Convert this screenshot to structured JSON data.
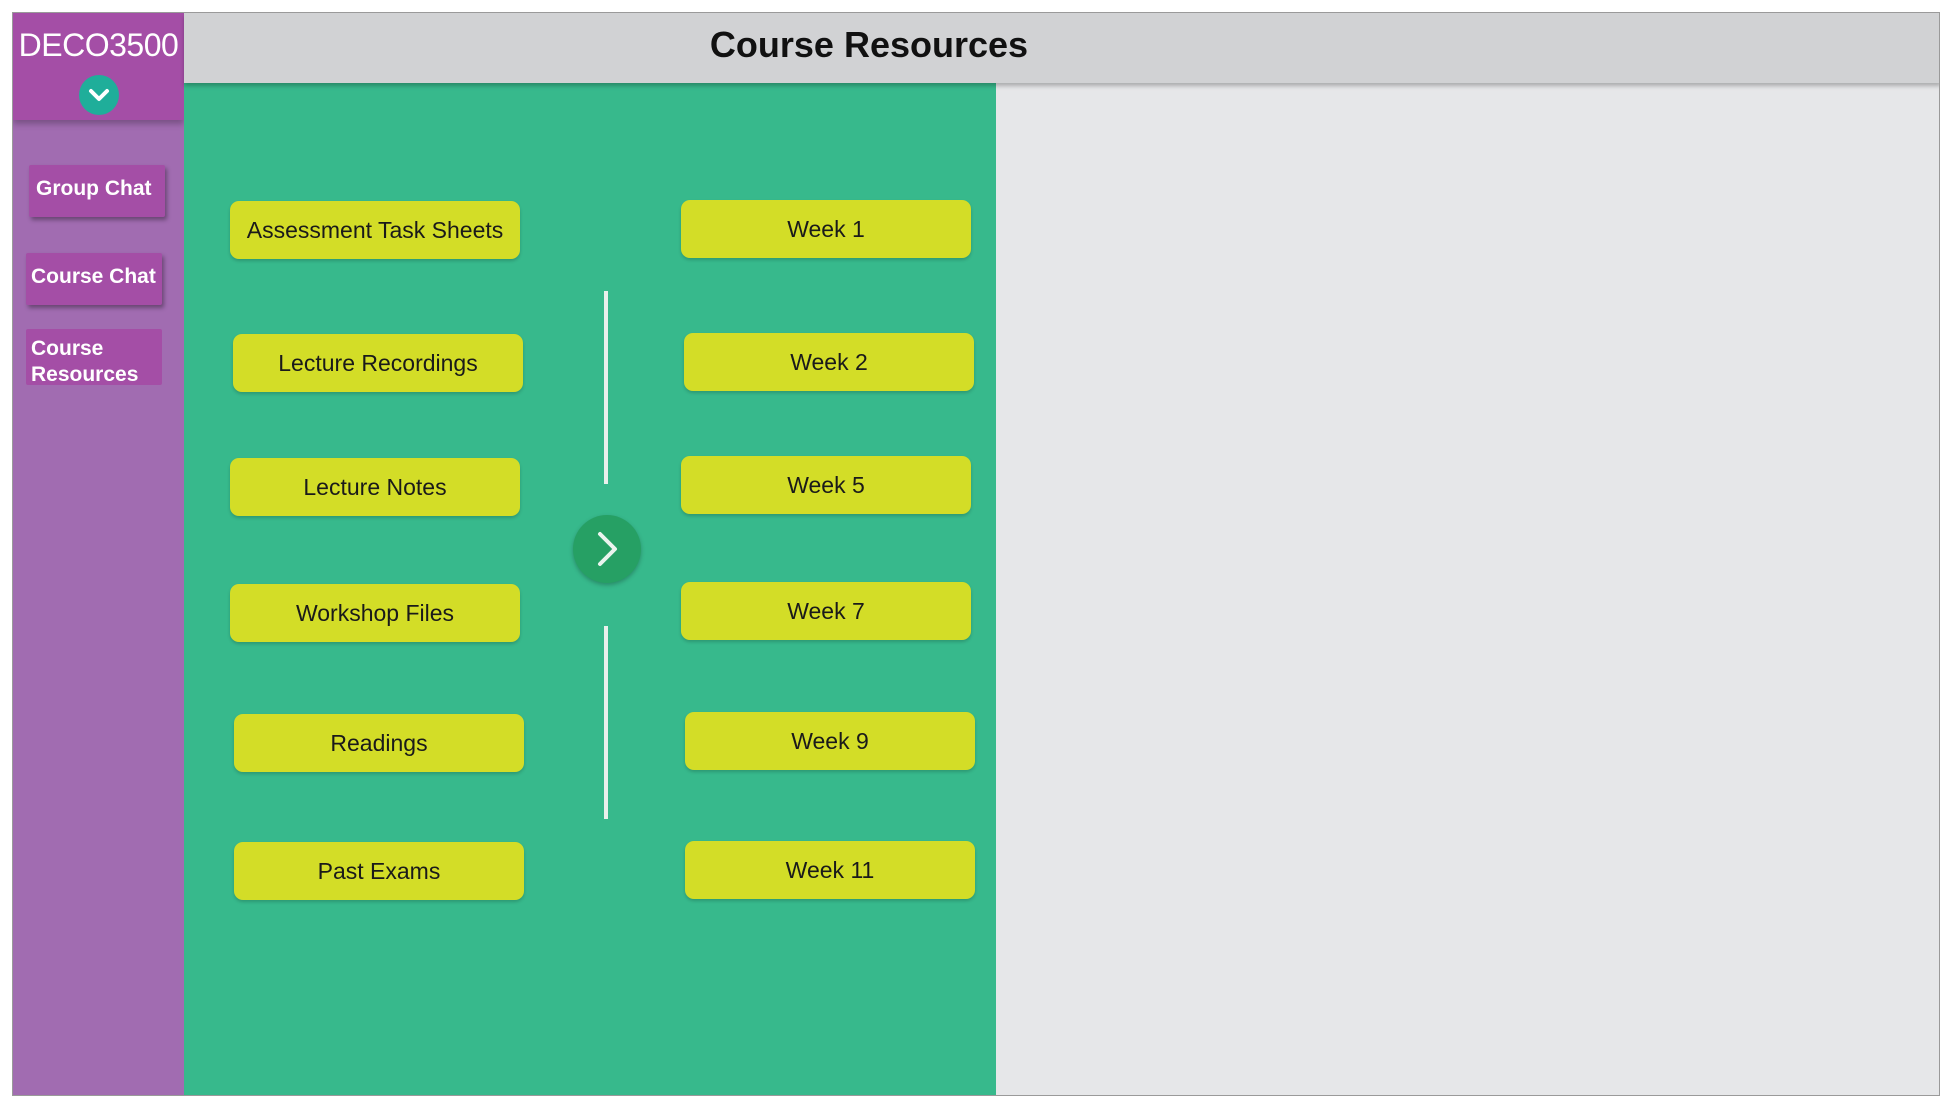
{
  "sidebar": {
    "course_code": "DECO3500",
    "dropdown_icon": "chevron-down-icon",
    "items": [
      {
        "label": "Group Chat"
      },
      {
        "label": "Course Chat"
      },
      {
        "label": "Course Resources"
      }
    ]
  },
  "header": {
    "title": "Course Resources"
  },
  "resources": {
    "categories": [
      "Assessment Task Sheets",
      "Lecture Recordings",
      "Lecture Notes",
      "Workshop Files",
      "Readings",
      "Past Exams"
    ],
    "weeks": [
      "Week 1",
      "Week 2",
      "Week 5",
      "Week 7",
      "Week 9",
      "Week 11"
    ],
    "next_icon": "chevron-right-icon"
  },
  "colors": {
    "sidebar": "#a16cb1",
    "sidebar_button": "#a44ea6",
    "panel": "#37b98c",
    "button": "#d3dd27",
    "next_button": "#26a064",
    "dropdown": "#1fae9a",
    "titlebar": "#d1d2d4",
    "content": "#e6e7e9"
  }
}
